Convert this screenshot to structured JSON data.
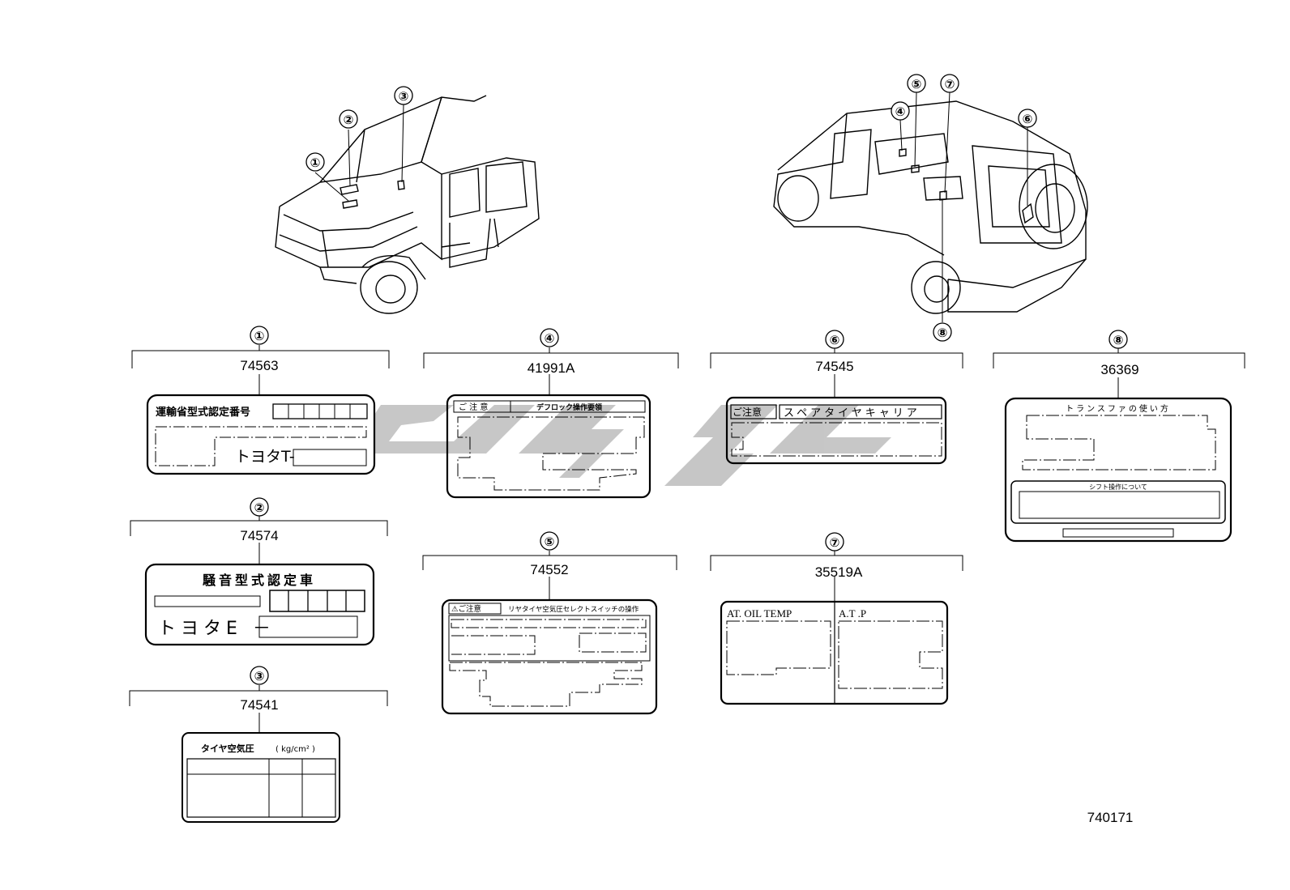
{
  "diagram_id": "740171",
  "callouts": {
    "c1": "①",
    "c2": "②",
    "c3": "③",
    "c4": "④",
    "c5": "⑤",
    "c6": "⑥",
    "c7": "⑦",
    "c8": "⑧"
  },
  "parts": {
    "p1": {
      "number": "74563",
      "line1": "運輸省型式認定番号",
      "prefix": "トヨタT-"
    },
    "p2": {
      "number": "74574",
      "title": "騒音型式認定車",
      "prefix": "トヨタE －"
    },
    "p3": {
      "number": "74541",
      "title": "タイヤ空気圧",
      "unit": "( kg/cm² )"
    },
    "p4": {
      "number": "41991A",
      "tag": "ご 注 意",
      "title": "デフロック操作要領"
    },
    "p5": {
      "number": "74552",
      "tag": "⚠ご注意",
      "title": "リヤタイヤ空気圧セレクトスイッチの操作"
    },
    "p6": {
      "number": "74545",
      "tag": "ご注意",
      "title": "スペアタイヤキャリア"
    },
    "p7": {
      "number": "35519A",
      "left": "AT. OIL TEMP",
      "right": "A.T .P"
    },
    "p8": {
      "number": "36369",
      "title": "トランスファの使い方",
      "sub": "シフト操作について"
    }
  }
}
